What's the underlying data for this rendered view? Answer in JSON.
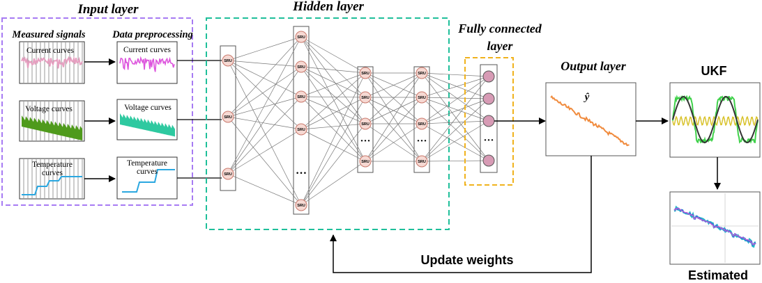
{
  "input_layer": {
    "title": "Input layer",
    "measured_title": "Measured signals",
    "preprocess_title": "Data preprocessing",
    "signals": [
      {
        "measured_label": "Current curves",
        "processed_label": "Current curves",
        "measured_color": "#e69fc0",
        "processed_color": "#dd55dd"
      },
      {
        "measured_label": "Voltage curves",
        "processed_label": "Voltage curves",
        "measured_color": "#4f9a1c",
        "processed_color": "#2ec9a0"
      },
      {
        "measured_label": "Temperature curves",
        "processed_label": "Temperature curves",
        "measured_color": "#2aa7e0",
        "processed_color": "#2aa7e0"
      }
    ]
  },
  "hidden_layer": {
    "title": "Hidden layer",
    "unit_label": "SRU",
    "ellipsis": "…",
    "ellipsis_small": "···"
  },
  "fc_layer": {
    "title_line1": "Fully connected",
    "title_line2": "layer",
    "ellipsis": "···"
  },
  "output_layer": {
    "title": "Output layer",
    "symbol": "ŷ"
  },
  "ukf": {
    "title": "UKF"
  },
  "estimated": {
    "title": "Estimated"
  },
  "feedback": {
    "label": "Update weights"
  },
  "colors": {
    "input_border": "#a77bf3",
    "hidden_border": "#1fbf9a",
    "fc_border": "#f0b21c",
    "sru_fill": "#f6d9d3",
    "fc_node_fill": "#d79bb5",
    "title_color": "#1a1a1a",
    "output_curve": "#f08a3c",
    "ukf_black": "#333333",
    "ukf_green": "#3fd14a",
    "ukf_yellow": "#d8c22a",
    "estimated_blue": "#3d6fd8",
    "estimated_magenta": "#c25ad6",
    "estimated_cyan": "#25b7c9"
  }
}
